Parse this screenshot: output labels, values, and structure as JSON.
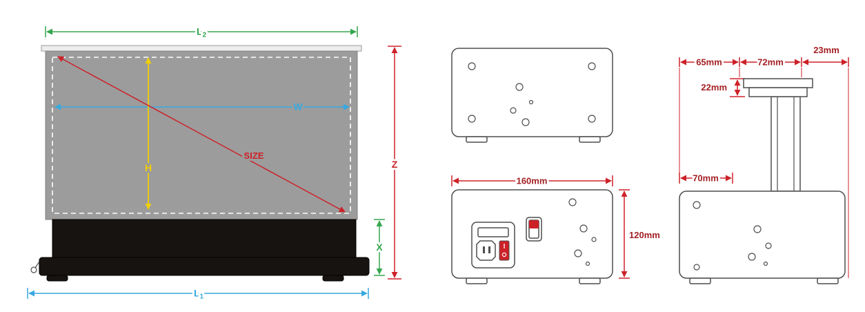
{
  "colors": {
    "green": "#33a64c",
    "red": "#cd2128",
    "dim_text": "#a32024",
    "blue": "#36a9e1",
    "yellow": "#f3cf00",
    "outline": "#4d4d4d",
    "screen": "#9c9c9c",
    "base": "#171310",
    "bg": "#ffffff"
  },
  "front_view": {
    "labels": {
      "l2": {
        "base": "L",
        "sub": "2"
      },
      "l1": {
        "base": "L",
        "sub": "1"
      },
      "w": "W",
      "h": "H",
      "size": "SIZE",
      "z": "Z",
      "x": "X"
    }
  },
  "rear_view": {
    "width": "160mm",
    "height": "120mm"
  },
  "side_view": {
    "seg_left": "65mm",
    "seg_mid": "72mm",
    "seg_right": "23mm",
    "cap_height": "22mm",
    "base_offset": "70mm"
  }
}
